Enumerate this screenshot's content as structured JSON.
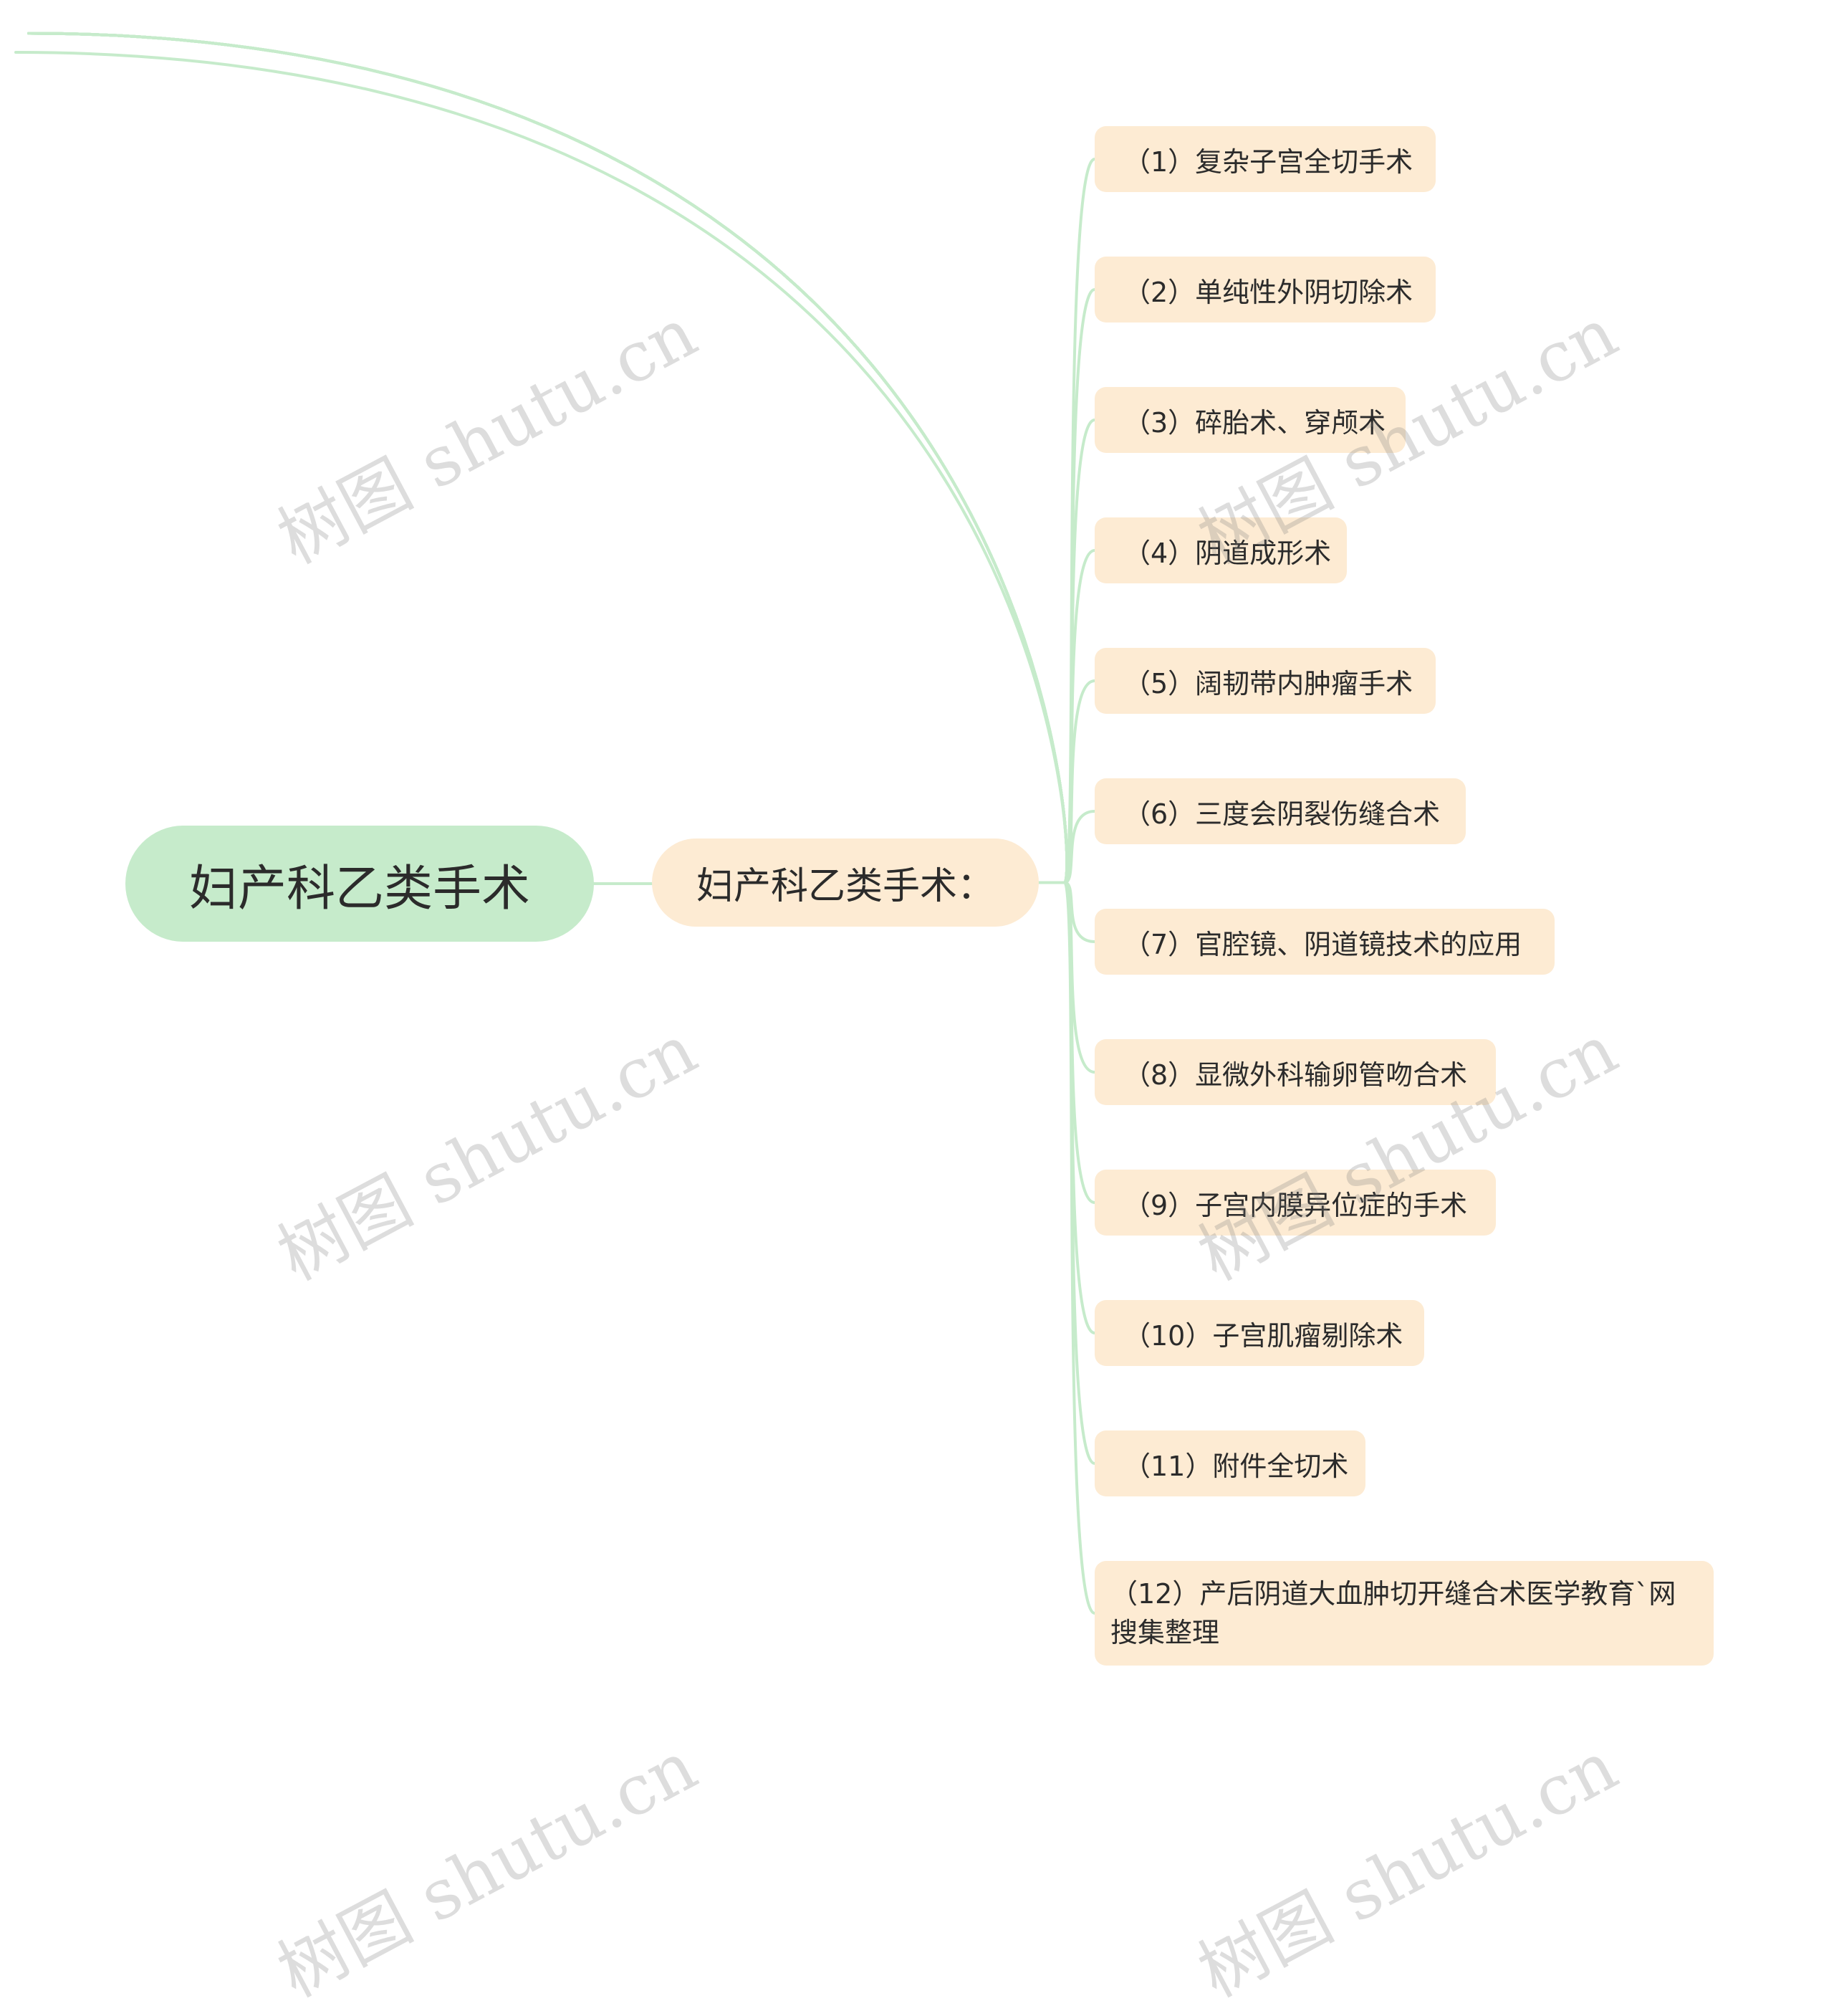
{
  "root": {
    "label": "妇产科乙类手术"
  },
  "branch": {
    "label": "妇产科乙类手术："
  },
  "leaves": [
    "（1）复杂子宫全切手术",
    "（2）单纯性外阴切除术",
    "（3）碎胎术、穿颅术",
    "（4）阴道成形术",
    "（5）阔韧带内肿瘤手术",
    "（6）三度会阴裂伤缝合术",
    "（7）官腔镜、阴道镜技术的应用",
    "（8）显微外科输卵管吻合术",
    "（9）子宫内膜异位症的手术",
    "（10）子宫肌瘤剔除术",
    "（11）附件全切术",
    "（12）产后阴道大血肿切开缝合术医学教育`网搜集整理"
  ],
  "watermark": "树图 shutu.cn",
  "colors": {
    "root_fill": "#c6ebcb",
    "node_fill": "#fdebd3",
    "connector": "#c6ebcb",
    "text": "#2b2b2b"
  }
}
